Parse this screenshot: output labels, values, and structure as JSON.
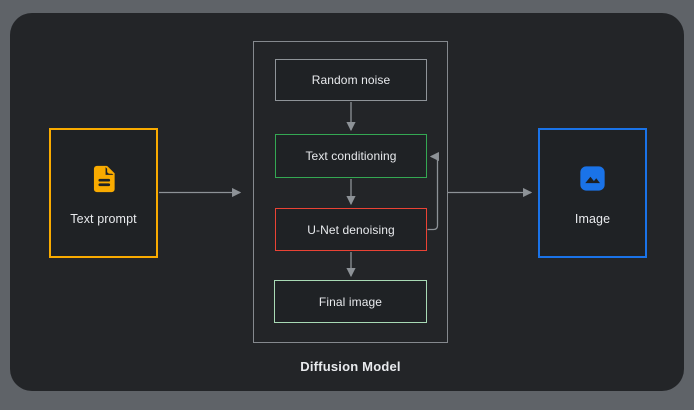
{
  "scene": {
    "outer_background": "#5f6368",
    "panel_background": "#232528",
    "text_color": "#e8eaed",
    "arrow_color": "#8d9297"
  },
  "diagram": {
    "group": {
      "label": "Diffusion Model",
      "border_color": "#85898e"
    },
    "nodes": {
      "text_prompt": {
        "label": "Text prompt",
        "border_color": "#f9ab00",
        "icon": "document-icon",
        "icon_color": "#f9ab00"
      },
      "random_noise": {
        "label": "Random noise",
        "border_color": "#8f9499"
      },
      "text_conditioning": {
        "label": "Text conditioning",
        "border_color": "#34a853"
      },
      "unet_denoising": {
        "label": "U-Net denoising",
        "border_color": "#ea4335"
      },
      "final_image": {
        "label": "Final image",
        "border_color": "#a8dab5"
      },
      "image": {
        "label": "Image",
        "border_color": "#1a73e8",
        "icon": "image-icon",
        "icon_color": "#1a73e8"
      }
    },
    "edges": [
      "Text prompt -> Diffusion Model",
      "Random noise -> Text conditioning",
      "Text conditioning -> U-Net denoising",
      "U-Net denoising -> Text conditioning (feedback loop)",
      "U-Net denoising -> Final image",
      "Diffusion Model -> Image"
    ]
  }
}
